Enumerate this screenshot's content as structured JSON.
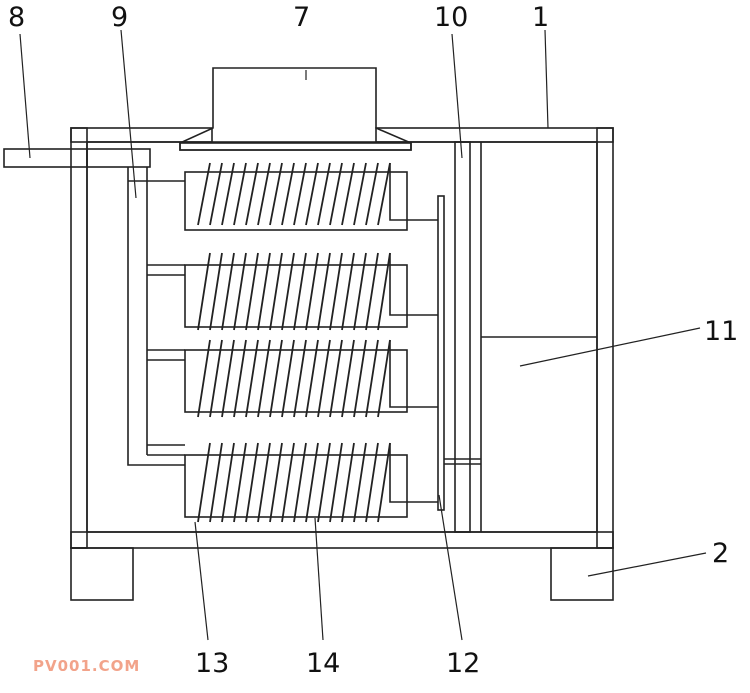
{
  "labels": {
    "l1": "1",
    "l2": "2",
    "l7": "7",
    "l8": "8",
    "l9": "9",
    "l10": "10",
    "l11": "11",
    "l12": "12",
    "l13": "13",
    "l14": "14"
  },
  "watermark": "PV001.COM"
}
